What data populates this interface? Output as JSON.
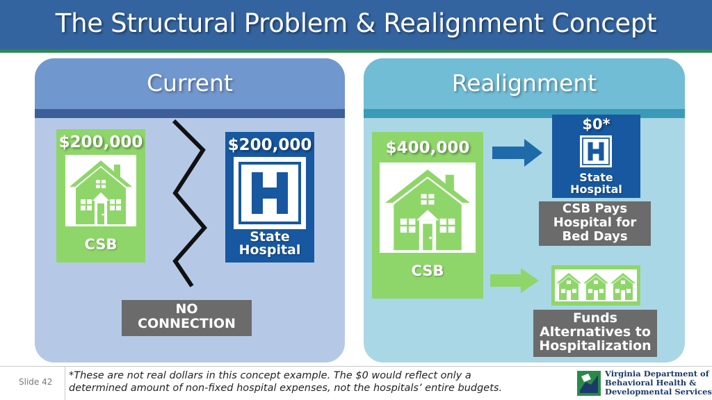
{
  "title": "The Structural Problem & Realignment Concept",
  "current": {
    "heading": "Current",
    "csb_amount": "$200,000",
    "csb_label": "CSB",
    "hospital_amount": "$200,000",
    "hospital_label_1": "State",
    "hospital_label_2": "Hospital",
    "no_connection_1": "NO",
    "no_connection_2": "CONNECTION"
  },
  "realignment": {
    "heading": "Realignment",
    "csb_amount": "$400,000",
    "csb_label": "CSB",
    "hospital_amount": "$0*",
    "hospital_label_1": "State",
    "hospital_label_2": "Hospital",
    "pays_1": "CSB Pays",
    "pays_2": "Hospital for",
    "pays_3": "Bed Days",
    "funds_1": "Funds",
    "funds_2": "Alternatives to",
    "funds_3": "Hospitalization"
  },
  "footer": {
    "slide": "Slide 42",
    "note_1": "*These are not real dollars in this concept example. The $0 would reflect only a",
    "note_2": "determined amount of non-fixed hospital expenses, not the hospitals’ entire budgets.",
    "logo_1": "Virginia Department of",
    "logo_2": "Behavioral Health &",
    "logo_3": "Developmental Services"
  },
  "colors": {
    "title_bar": "#3464a0",
    "green": "#8fd66a",
    "hospital_blue": "#1758a0",
    "grey": "#6b6b6b",
    "arrow_blue": "#1f6aa8"
  }
}
